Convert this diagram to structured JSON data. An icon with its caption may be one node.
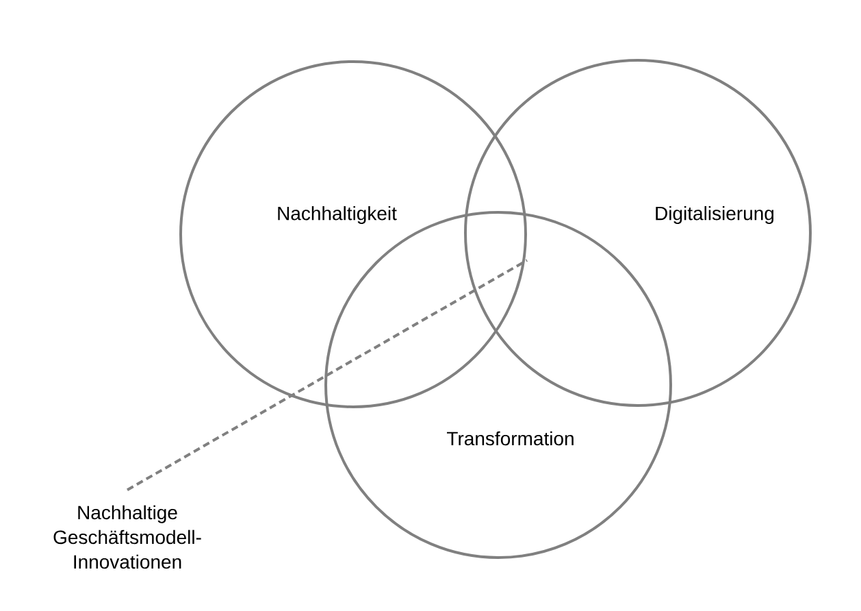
{
  "diagram": {
    "nodes": [
      {
        "text": [
          "Nachhaltigkeit"
        ]
      },
      {
        "text": [
          "Digitalisierung"
        ]
      },
      {
        "text": [
          "Transformation"
        ]
      },
      {
        "text": [
          "Nachhaltige Geschäftsmodell-Innovationen"
        ]
      }
    ],
    "edges": [
      {
        "from": 3,
        "to": 1,
        "arrow": "none",
        "style": "dashed"
      }
    ]
  }
}
